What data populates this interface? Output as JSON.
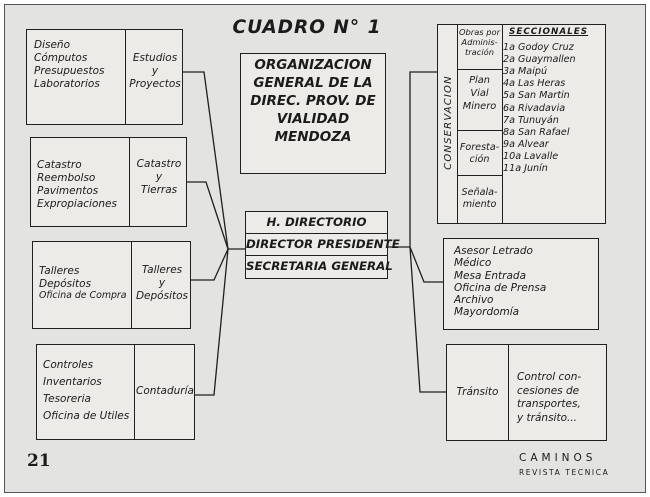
{
  "title": "CUADRO N° 1",
  "organization": [
    "ORGANIZACION",
    "GENERAL DE LA",
    "DIREC. PROV. DE",
    "VIALIDAD",
    "MENDOZA"
  ],
  "center": [
    "H. DIRECTORIO",
    "DIRECTOR PRESIDENTE",
    "SECRETARIA GENERAL"
  ],
  "left_boxes": [
    {
      "items": [
        "Diseño",
        "Cómputos",
        "Presupuestos",
        "Laboratorios"
      ],
      "unit": [
        "Estudios",
        "y",
        "Proyectos"
      ]
    },
    {
      "items": [
        "Catastro",
        "Reembolso",
        "Pavimentos",
        "Expropiaciones"
      ],
      "unit": [
        "Catastro",
        "y",
        "Tierras"
      ]
    },
    {
      "items": [
        "Talleres",
        "Depósitos",
        "Oficina de Compra"
      ],
      "unit": [
        "Talleres",
        "y",
        "Depósitos"
      ]
    },
    {
      "items": [
        "Controles",
        "Inventarios",
        "Tesoreria",
        "Oficina de Utiles"
      ],
      "unit": [
        "Contaduría"
      ]
    }
  ],
  "conservacion": {
    "label": "CONSERVACION",
    "units": [
      [
        "Obras por",
        "Adminis-",
        "tración"
      ],
      [
        "Plan",
        "Vial",
        "Minero"
      ],
      [
        "Foresta-",
        "ción"
      ],
      [
        "Señala-",
        "miento"
      ]
    ],
    "seccionales_header": "SECCIONALES",
    "seccionales": [
      "1a Godoy Cruz",
      "2a Guaymallen",
      "3a Maipú",
      "4a Las Heras",
      "5a San Martin",
      "6a Rivadavia",
      "7a Tunuyán",
      "8a San Rafael",
      "9a Alvear",
      "10a Lavalle",
      "11a Junín"
    ]
  },
  "asesor": [
    "Asesor Letrado",
    "Médico",
    "Mesa Entrada",
    "Oficina de Prensa",
    "Archivo",
    "Mayordomía"
  ],
  "transito": {
    "unit": "Tránsito",
    "items": [
      "Control con-",
      "cesiones de",
      "transportes,",
      "y tránsito..."
    ]
  },
  "page_number": "21",
  "masthead": {
    "name": "CAMINOS",
    "subtitle": "REVISTA TECNICA"
  }
}
